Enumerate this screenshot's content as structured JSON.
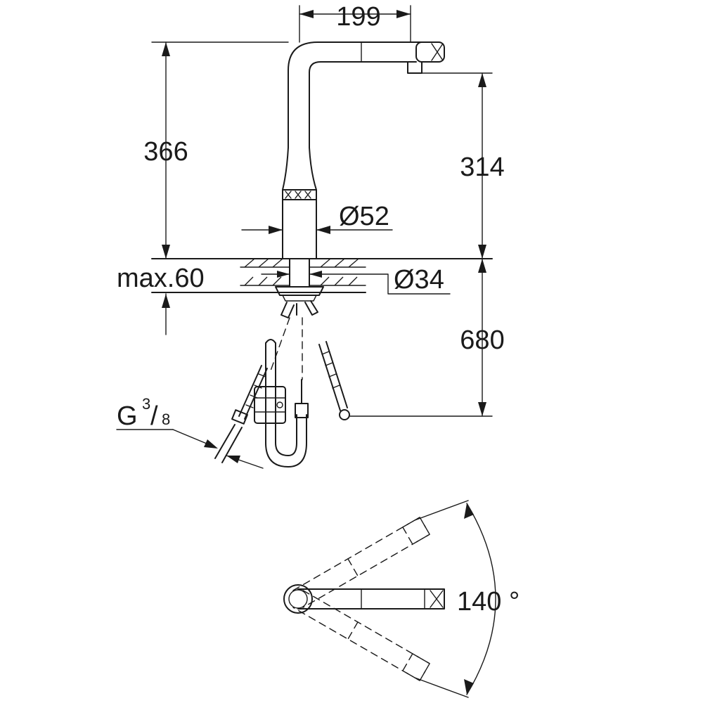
{
  "dimensions": {
    "spout_reach": "199",
    "total_height": "366",
    "spout_outlet_height": "314",
    "body_diameter": "Ø52",
    "max_counter_thickness": "max.60",
    "hole_diameter": "Ø34",
    "hose_length": "680",
    "connection_thread": {
      "base": "G",
      "numerator": "3",
      "slash": "/",
      "denominator": "8"
    },
    "swivel_angle": "140 °"
  },
  "colors": {
    "line": "#1a1a1a",
    "background": "#ffffff"
  }
}
